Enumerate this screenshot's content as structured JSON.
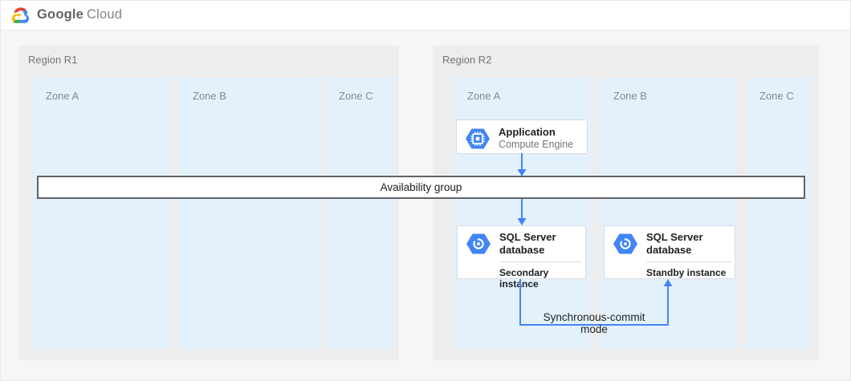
{
  "header": {
    "logo": {
      "part1": "Google",
      "part2": "Cloud"
    }
  },
  "regions": [
    {
      "label": "Region R1",
      "zones": [
        {
          "label": "Zone A"
        },
        {
          "label": "Zone B"
        },
        {
          "label": "Zone C"
        }
      ]
    },
    {
      "label": "Region R2",
      "zones": [
        {
          "label": "Zone A"
        },
        {
          "label": "Zone B"
        },
        {
          "label": "Zone C"
        }
      ]
    }
  ],
  "nodes": {
    "application": {
      "title": "Application",
      "subtitle": "Compute Engine",
      "icon": "compute-engine-hexagon-icon"
    },
    "sql_secondary": {
      "title": "SQL Server database",
      "instance": "Secondary instance",
      "icon": "cloud-sql-hexagon-icon"
    },
    "sql_standby": {
      "title": "SQL Server database",
      "instance": "Standby instance",
      "icon": "cloud-sql-hexagon-icon"
    }
  },
  "availability_group": {
    "label": "Availability group"
  },
  "connections": {
    "sync_label": "Synchronous-commit mode"
  },
  "colors": {
    "arrow_blue": "#4285f4",
    "hexagon_blue": "#4285f4",
    "zone_fill": "#e3f1fd",
    "region_fill": "#ededed",
    "bar_border": "#5f6368",
    "logo_red": "#ea4335",
    "logo_blue": "#4285f4",
    "logo_green": "#34a853",
    "logo_yellow": "#fbbc05"
  }
}
